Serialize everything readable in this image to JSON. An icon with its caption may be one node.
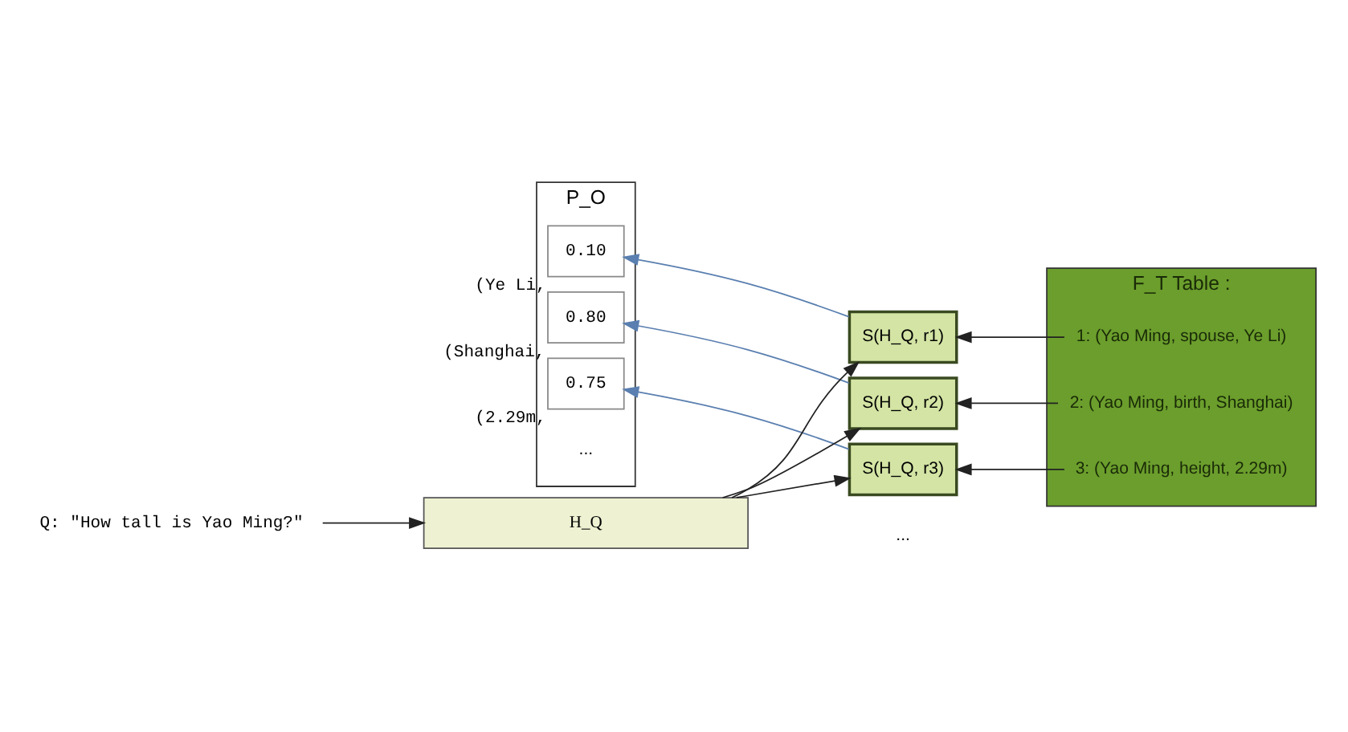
{
  "diagram": {
    "nodes": [
      {
        "text": [
          "P_O"
        ]
      },
      {
        "text": [
          "0.10"
        ],
        "beside": [
          "(Ye Li,"
        ],
        "in": 0
      },
      {
        "text": [
          "0.80"
        ],
        "beside": [
          "(Shanghai,"
        ],
        "in": 0
      },
      {
        "text": [
          "0.75"
        ],
        "beside": [
          "(2.29m,"
        ],
        "in": 0
      },
      {
        "text": [
          "S(H_Q, r1)"
        ]
      },
      {
        "text": [
          "S(H_Q, r2)"
        ]
      },
      {
        "text": [
          "S(H_Q, r3)"
        ]
      },
      {
        "text": [
          "F_T Table :"
        ]
      },
      {
        "text": [
          "1: (Yao Ming, spouse, Ye Li)"
        ],
        "in": 7
      },
      {
        "text": [
          "2: (Yao Ming, birth, Shanghai)"
        ],
        "in": 7
      },
      {
        "text": [
          "3: (Yao Ming, height, 2.29m)"
        ],
        "in": 7
      },
      {
        "text": [
          "H_Q"
        ]
      },
      {
        "text": [
          "Q: \"How tall is Yao Ming?\""
        ]
      }
    ],
    "edges": [
      {
        "from": 4,
        "to": 1,
        "arrow": "to",
        "color": "#5a7fb0"
      },
      {
        "from": 5,
        "to": 2,
        "arrow": "to",
        "color": "#5a7fb0"
      },
      {
        "from": 6,
        "to": 3,
        "arrow": "to",
        "color": "#5a7fb0"
      },
      {
        "from": 11,
        "to": 4,
        "arrow": "to"
      },
      {
        "from": 11,
        "to": 5,
        "arrow": "to"
      },
      {
        "from": 11,
        "to": 6,
        "arrow": "to"
      },
      {
        "from": 8,
        "to": 4,
        "arrow": "to"
      },
      {
        "from": 9,
        "to": 5,
        "arrow": "to"
      },
      {
        "from": 10,
        "to": 6,
        "arrow": "to"
      },
      {
        "from": 12,
        "to": 11,
        "arrow": "to"
      }
    ],
    "labels": [
      "...",
      "..."
    ]
  }
}
